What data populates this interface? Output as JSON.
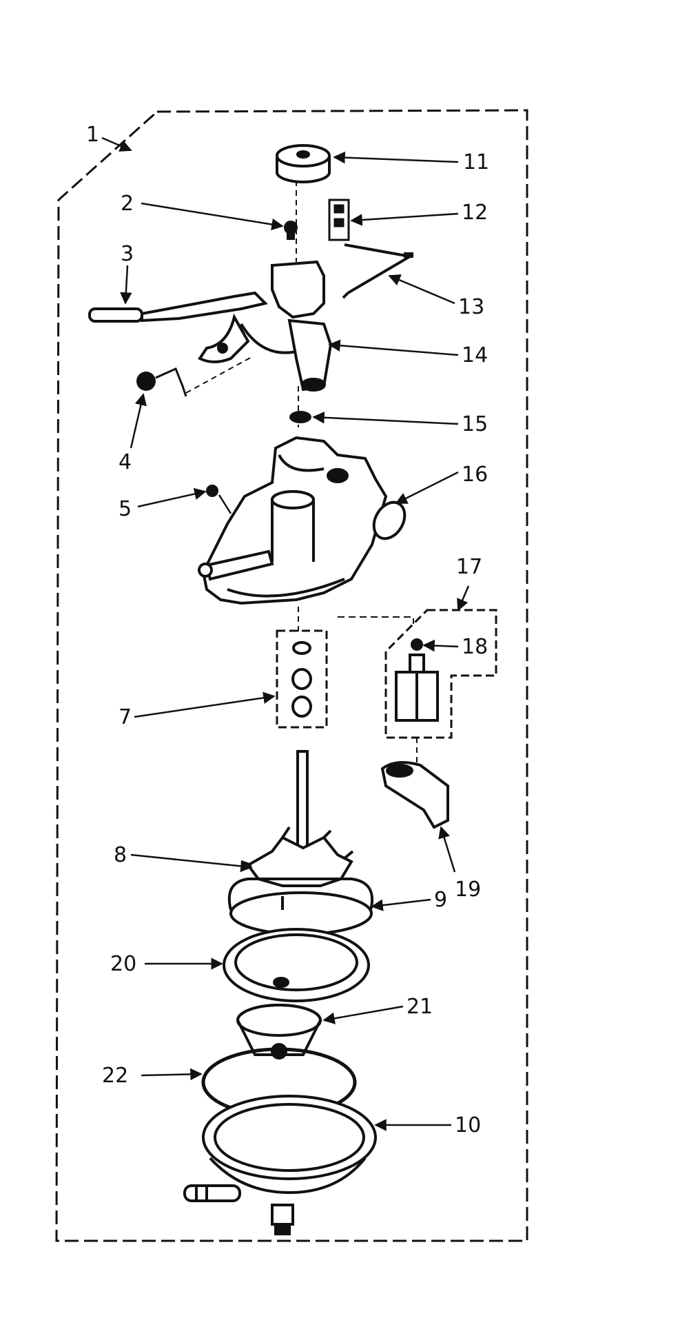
{
  "diagram": {
    "ink_color": "#111111",
    "background": "#ffffff",
    "callouts": [
      {
        "id": "c1",
        "label": "1"
      },
      {
        "id": "c2",
        "label": "2"
      },
      {
        "id": "c3",
        "label": "3"
      },
      {
        "id": "c4",
        "label": "4"
      },
      {
        "id": "c5",
        "label": "5"
      },
      {
        "id": "c7",
        "label": "7"
      },
      {
        "id": "c8",
        "label": "8"
      },
      {
        "id": "c9",
        "label": "9"
      },
      {
        "id": "c10",
        "label": "10"
      },
      {
        "id": "c11",
        "label": "11"
      },
      {
        "id": "c12",
        "label": "12"
      },
      {
        "id": "c13",
        "label": "13"
      },
      {
        "id": "c14",
        "label": "14"
      },
      {
        "id": "c15",
        "label": "15"
      },
      {
        "id": "c16",
        "label": "16"
      },
      {
        "id": "c17",
        "label": "17"
      },
      {
        "id": "c18",
        "label": "18"
      },
      {
        "id": "c19",
        "label": "19"
      },
      {
        "id": "c20",
        "label": "20"
      },
      {
        "id": "c21",
        "label": "21"
      },
      {
        "id": "c22",
        "label": "22"
      }
    ]
  }
}
